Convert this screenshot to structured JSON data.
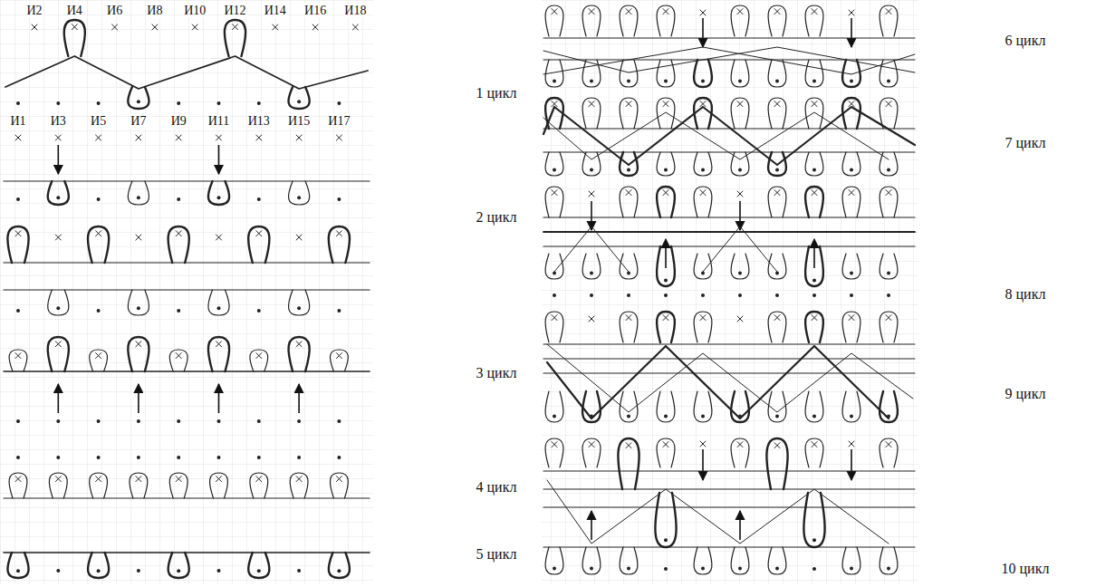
{
  "diagram": {
    "labels": [
      "И2",
      "И4",
      "И6",
      "И8",
      "И10",
      "И12",
      "И14",
      "И16",
      "И18",
      "И1",
      "И3",
      "И5",
      "И7",
      "И9",
      "И11",
      "И13",
      "И15",
      "И17",
      "1 цикл",
      "2 цикл",
      "3 цикл",
      "4 цикл",
      "5 цикл",
      "6 цикл",
      "7 цикл",
      "8 цикл",
      "9 цикл",
      "10 цикл"
    ]
  }
}
